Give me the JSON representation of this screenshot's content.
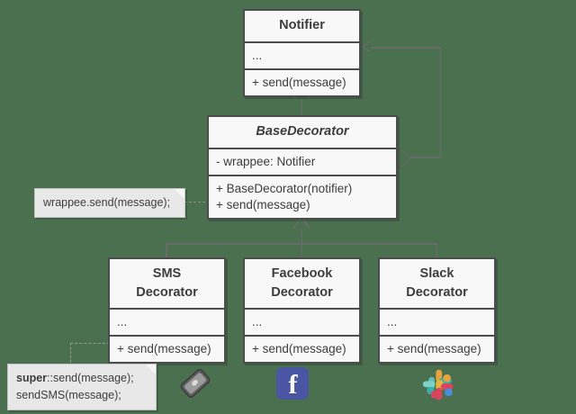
{
  "diagram": {
    "title": "Decorator pattern UML class diagram",
    "background_color": "#4a7050",
    "box_fill": "#f8f8f8",
    "box_border": "#4c4c4c",
    "note_fill": "#e8e8e8",
    "connector_color": "#6a6a6a"
  },
  "classes": {
    "notifier": {
      "name": "Notifier",
      "attributes": "...",
      "operations": "+ send(message)"
    },
    "base_decorator": {
      "name": "BaseDecorator",
      "attributes": "- wrappee: Notifier",
      "operation_1": "+ BaseDecorator(notifier)",
      "operation_2": "+ send(message)"
    },
    "sms_decorator": {
      "name_line_1": "SMS",
      "name_line_2": "Decorator",
      "attributes": "...",
      "operations": "+ send(message)"
    },
    "facebook_decorator": {
      "name_line_1": "Facebook",
      "name_line_2": "Decorator",
      "attributes": "...",
      "operations": "+ send(message)"
    },
    "slack_decorator": {
      "name_line_1": "Slack",
      "name_line_2": "Decorator",
      "attributes": "...",
      "operations": "+ send(message)"
    }
  },
  "notes": {
    "wrappee_note": {
      "line_1": "wrappee.send(message);"
    },
    "sms_note": {
      "line_1_bold": "super",
      "line_1_rest": "::send(message);",
      "line_2": "sendSMS(message);"
    }
  },
  "icons": {
    "phone": "phone-icon",
    "facebook": "facebook-icon",
    "facebook_letter": "f",
    "slack": "slack-icon"
  }
}
